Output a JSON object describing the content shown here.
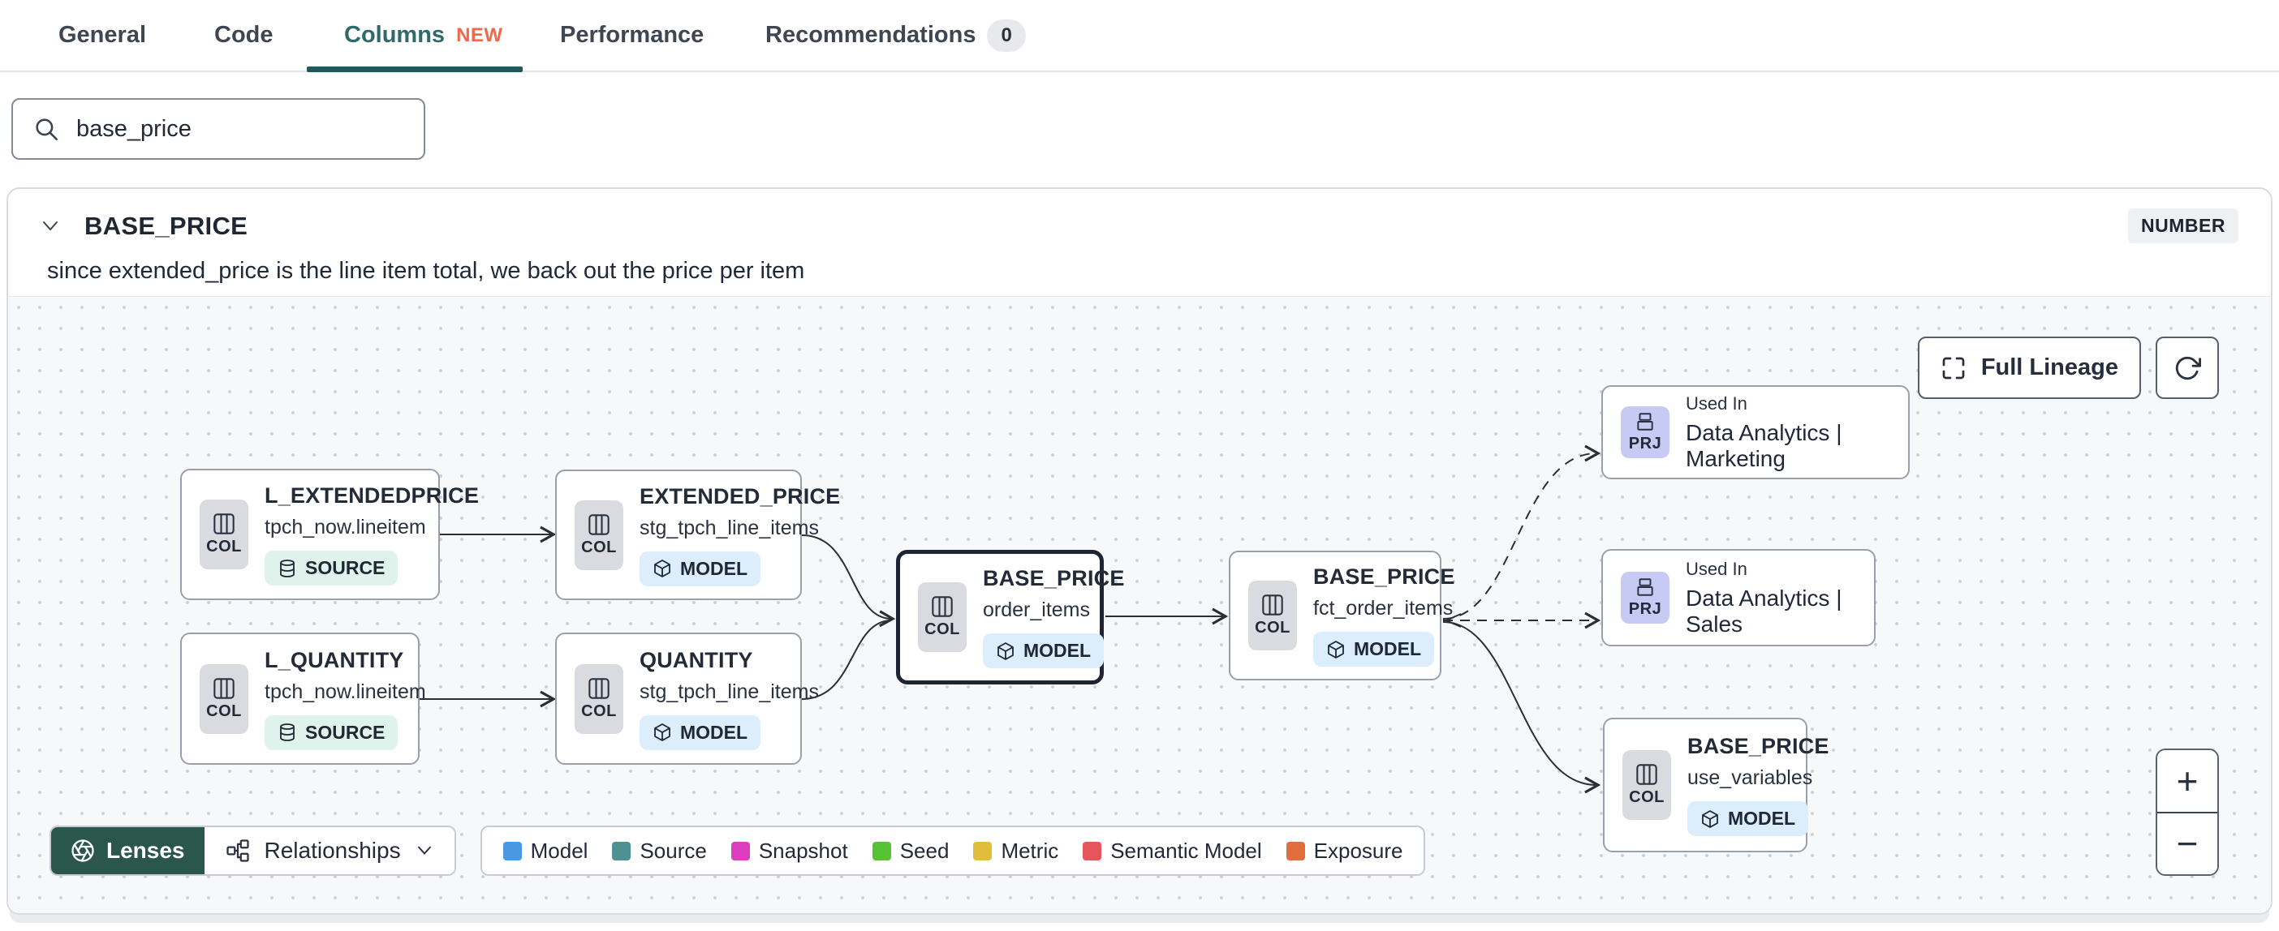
{
  "tabs": {
    "items": [
      {
        "label": "General"
      },
      {
        "label": "Code"
      },
      {
        "label": "Columns",
        "badge": "NEW",
        "active": true
      },
      {
        "label": "Performance"
      },
      {
        "label": "Recommendations",
        "count": "0"
      }
    ]
  },
  "search": {
    "value": "base_price"
  },
  "column_panel": {
    "name": "BASE_PRICE",
    "data_type": "NUMBER",
    "description": "since extended_price is the line item total, we back out the price per item"
  },
  "lineage": {
    "controls": {
      "full_lineage": "Full Lineage",
      "zoom_in": "+",
      "zoom_out": "−"
    },
    "nodes": [
      {
        "title": "L_EXTENDEDPRICE",
        "subtitle": "tpch_now.lineitem",
        "chip": "COL",
        "badge": "SOURCE"
      },
      {
        "title": "L_QUANTITY",
        "subtitle": "tpch_now.lineitem",
        "chip": "COL",
        "badge": "SOURCE"
      },
      {
        "title": "EXTENDED_PRICE",
        "subtitle": "stg_tpch_line_items",
        "chip": "COL",
        "badge": "MODEL"
      },
      {
        "title": "QUANTITY",
        "subtitle": "stg_tpch_line_items",
        "chip": "COL",
        "badge": "MODEL"
      },
      {
        "title": "BASE_PRICE",
        "subtitle": "order_items",
        "chip": "COL",
        "badge": "MODEL",
        "selected": true
      },
      {
        "title": "BASE_PRICE",
        "subtitle": "fct_order_items",
        "chip": "COL",
        "badge": "MODEL"
      },
      {
        "chip": "PRJ",
        "label": "Used In",
        "title": "Data Analytics | Marketing"
      },
      {
        "chip": "PRJ",
        "label": "Used In",
        "title": "Data Analytics | Sales"
      },
      {
        "title": "BASE_PRICE",
        "subtitle": "use_variables",
        "chip": "COL",
        "badge": "MODEL"
      }
    ],
    "toolbar": {
      "lenses": "Lenses",
      "relationships": "Relationships"
    },
    "legend": {
      "items": [
        {
          "label": "Model",
          "color": "#4A97E4"
        },
        {
          "label": "Source",
          "color": "#4F9193"
        },
        {
          "label": "Snapshot",
          "color": "#DE3EBD"
        },
        {
          "label": "Seed",
          "color": "#56C236"
        },
        {
          "label": "Metric",
          "color": "#E0BE3C"
        },
        {
          "label": "Semantic Model",
          "color": "#E4555C"
        },
        {
          "label": "Exposure",
          "color": "#DF6E3C"
        }
      ]
    }
  }
}
